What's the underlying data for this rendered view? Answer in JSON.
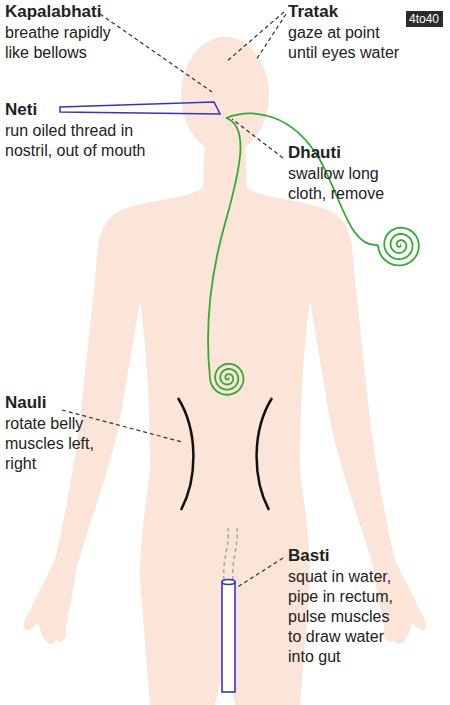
{
  "diagram": {
    "nodes": [
      {
        "text": [
          "4to40"
        ]
      }
    ],
    "labels": [
      "Kapalabhati",
      "breathe rapidly like bellows",
      "Tratak",
      "gaze at point until eyes water",
      "Neti",
      "run oiled thread in nostril, out of mouth",
      "Dhauti",
      "swallow long cloth, remove",
      "Nauli",
      "rotate belly muscles left, right",
      "Basti",
      "squat in water, pipe in rectum, pulse muscles to draw water into gut"
    ]
  }
}
